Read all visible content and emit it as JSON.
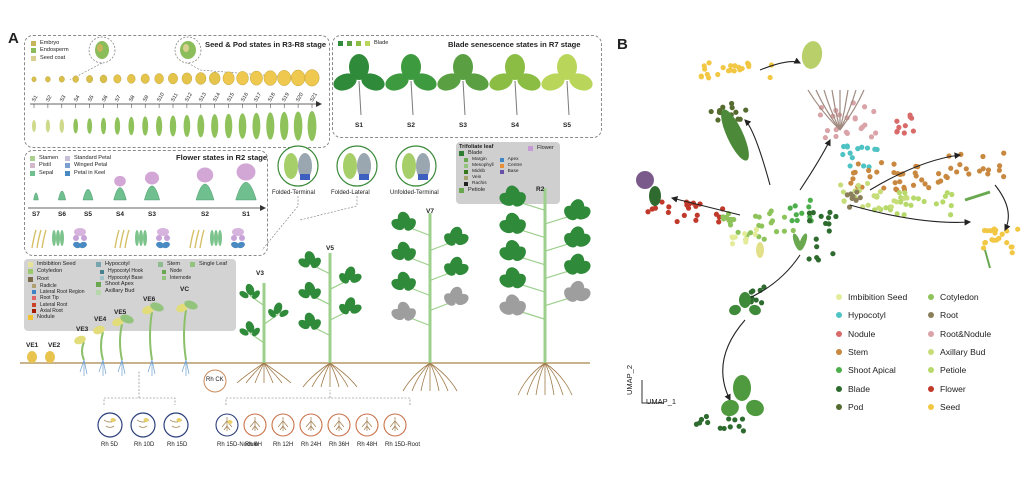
{
  "panel_a": {
    "label": "A",
    "seed_pod": {
      "title": "Seed & Pod states in R3-R8 stage",
      "legend": [
        {
          "name": "Embryo",
          "color": "#c8b45a"
        },
        {
          "name": "Endosperm",
          "color": "#8bbd5a"
        },
        {
          "name": "Seed coat",
          "color": "#d9cf8e"
        }
      ],
      "stages": [
        "S1",
        "S2",
        "S3",
        "S4",
        "S5",
        "S6",
        "S7",
        "S8",
        "S9",
        "S10",
        "S11",
        "S12",
        "S13",
        "S14",
        "S15",
        "S16",
        "S17",
        "S18",
        "S19",
        "S20",
        "S21"
      ]
    },
    "blade": {
      "title": "Blade senescence states in R7 stage",
      "legend": [
        "Blade"
      ],
      "stages": [
        "S1",
        "S2",
        "S3",
        "S4",
        "S5"
      ],
      "colors": [
        "#2f8a3a",
        "#3d9a3f",
        "#5aa043",
        "#8bbd45",
        "#b9d65a"
      ]
    },
    "flower": {
      "title": "Flower  states in R2 stage",
      "legend_left": [
        {
          "name": "Stamen",
          "color": "#a9d08f"
        },
        {
          "name": "Pistil",
          "color": "#d2b8c9"
        },
        {
          "name": "Sepal",
          "color": "#6fbf8f"
        }
      ],
      "legend_right": [
        {
          "name": "Standard Petal",
          "color": "#c7bfd6"
        },
        {
          "name": "Winged Petal",
          "color": "#7a9fd0"
        },
        {
          "name": "Petal in Keel",
          "color": "#4a8ac2"
        }
      ],
      "stages": [
        "S7",
        "S6",
        "S5",
        "S4",
        "S3",
        "S2",
        "S1"
      ]
    },
    "leaf_states": [
      "Folded-Terminal",
      "Folded-Lateral",
      "Unfolded-Terminal"
    ],
    "trifoliate": {
      "title": "Trifoliate leaf",
      "flower": "Flower",
      "blade": "Blade",
      "parts_left": [
        "Margin",
        "Mesophyll",
        "Midrib",
        "Vein",
        "Rachis"
      ],
      "parts_right": [
        "Apex",
        "Centre",
        "Base"
      ],
      "petiole": "Petiole"
    },
    "tissue_legend": {
      "col1": [
        "Imbibition Seed",
        "Cotyledon",
        "Root",
        "Radicle",
        "Lateral Root Region",
        "Root Tip",
        "Lateral Root",
        "Axial Root",
        "Nodule"
      ],
      "col2": [
        "Hypocotyl",
        "Hypocotyl Hook",
        "Hypocotyl Base",
        "Shoot Apex",
        "Axillary Bud"
      ],
      "col3": [
        "Stem",
        "Node",
        "Internode"
      ],
      "col4": [
        "Single Leaf"
      ]
    },
    "growth_stages": [
      "VE1",
      "VE2",
      "VE3",
      "VE4",
      "VE5",
      "VE6",
      "VC",
      "V3",
      "V5",
      "V7",
      "R2"
    ],
    "rh_ck": "Rh CK",
    "root_samples_a": [
      "Rh 5D",
      "Rh 10D",
      "Rh 15D"
    ],
    "root_samples_b": [
      "Rh 15D-Nodule",
      "Rh 6H",
      "Rh 12H",
      "Rh 24H",
      "Rh 36H",
      "Rh 48H",
      "Rh 15D-Root"
    ]
  },
  "panel_b": {
    "label": "B",
    "axis_x": "UMAP_1",
    "axis_y": "UMAP_2",
    "legend": [
      {
        "name": "Imbibition Seed",
        "color": "#e4ec9a"
      },
      {
        "name": "Cotyledon",
        "color": "#8dc35a"
      },
      {
        "name": "Hypocotyl",
        "color": "#4fc3c3"
      },
      {
        "name": "Root",
        "color": "#8a7f5a"
      },
      {
        "name": "Nodule",
        "color": "#d86a6a"
      },
      {
        "name": "Root&Nodule",
        "color": "#d9a3a8"
      },
      {
        "name": "Stem",
        "color": "#c9883f"
      },
      {
        "name": "Axillary Bud",
        "color": "#c6dd7a"
      },
      {
        "name": "Shoot Apical",
        "color": "#4caf4c"
      },
      {
        "name": "Petiole",
        "color": "#b6d96a"
      },
      {
        "name": "Blade",
        "color": "#2e6b2e"
      },
      {
        "name": "Flower",
        "color": "#c0392b"
      },
      {
        "name": "Pod",
        "color": "#556b2f"
      },
      {
        "name": "Seed",
        "color": "#f2c744"
      }
    ]
  }
}
